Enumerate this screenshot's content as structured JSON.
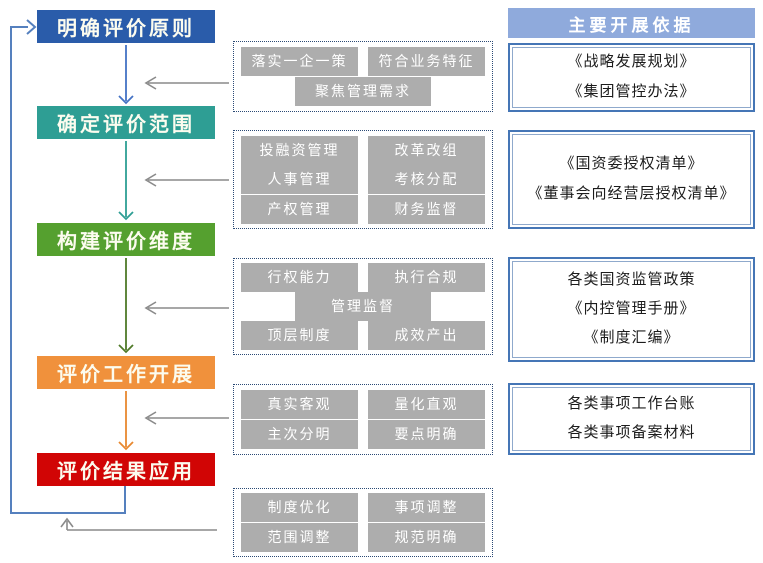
{
  "colors": {
    "step_blue": "#2A5CAA",
    "step_teal": "#2E9E94",
    "step_green": "#55A02F",
    "step_orange": "#F0913C",
    "step_red": "#D10505",
    "arrow_blue": "#4472C4",
    "arrow_teal": "#2E9E94",
    "arrow_green": "#4F7A28",
    "arrow_orange": "#E8882F",
    "arrow_gray": "#8A8A8A",
    "loop_blue": "#5580BE",
    "tag_gray": "#ADADAD",
    "dotted_border": "#2B4A75",
    "ref_border": "#4576B6",
    "ref_header_fill": "#8FAADC"
  },
  "flow": {
    "steps": [
      {
        "label": "明确评价原则"
      },
      {
        "label": "确定评价范围"
      },
      {
        "label": "构建评价维度"
      },
      {
        "label": "评价工作开展"
      },
      {
        "label": "评价结果应用"
      }
    ]
  },
  "tag_groups": [
    {
      "rows": [
        [
          "落实一企一策",
          "符合业务特征"
        ],
        [
          "聚焦管理需求"
        ]
      ]
    },
    {
      "rows": [
        [
          "投融资管理",
          "改革改组"
        ],
        [
          "人事管理",
          "考核分配"
        ],
        [
          "产权管理",
          "财务监督"
        ]
      ]
    },
    {
      "rows": [
        [
          "行权能力",
          "执行合规"
        ],
        [
          "管理监督"
        ],
        [
          "顶层制度",
          "成效产出"
        ]
      ]
    },
    {
      "rows": [
        [
          "真实客观",
          "量化直观"
        ],
        [
          "主次分明",
          "要点明确"
        ]
      ]
    },
    {
      "rows": [
        [
          "制度优化",
          "事项调整"
        ],
        [
          "范围调整",
          "规范明确"
        ]
      ]
    }
  ],
  "reference": {
    "header": "主要开展依据",
    "boxes": [
      {
        "lines": [
          "《战略发展规划》",
          "《集团管控办法》"
        ]
      },
      {
        "lines": [
          "《国资委授权清单》",
          "《董事会向经营层授权清单》"
        ]
      },
      {
        "lines": [
          "各类国资监管政策",
          "《内控管理手册》",
          "《制度汇编》"
        ]
      },
      {
        "lines": [
          "各类事项工作台账",
          "各类事项备案材料"
        ]
      }
    ]
  }
}
